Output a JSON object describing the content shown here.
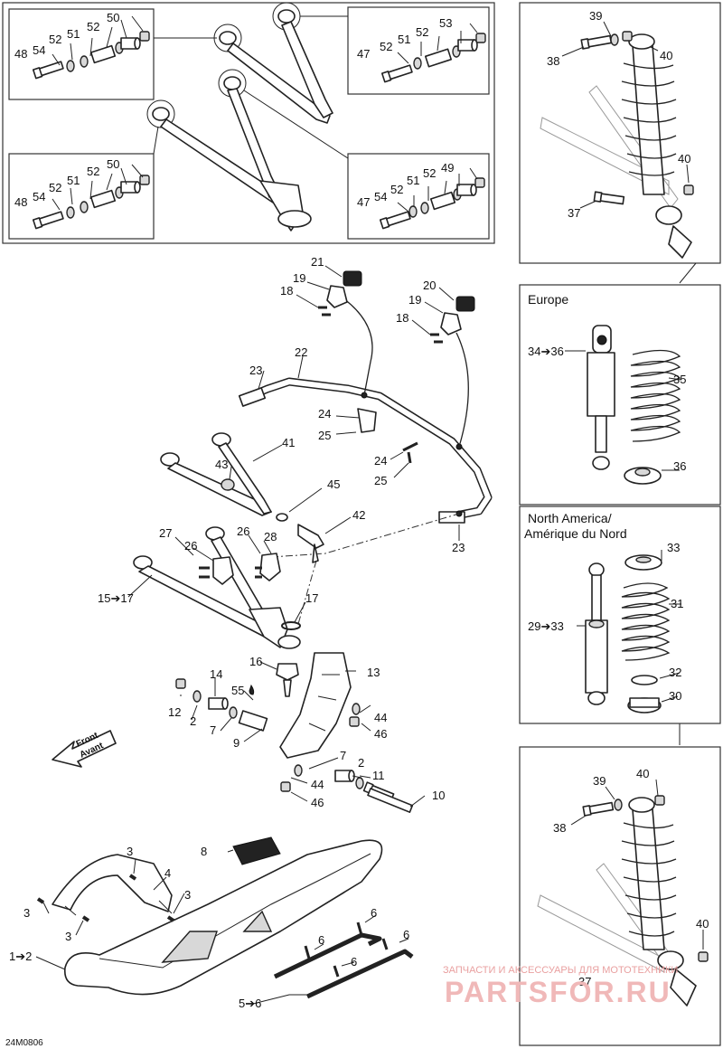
{
  "diagram_code": "24M0806",
  "headers": {
    "europe": "Europe",
    "north_america_1": "North America/",
    "north_america_2": "Amérique du Nord"
  },
  "front_arrow": {
    "line1": "Front",
    "line2": "Avant"
  },
  "watermark": {
    "line1": "ЗАПЧАСТИ И АКСЕССУАРЫ ДЛЯ МОТОТЕХНИКИ",
    "line2": "PARTSFOR.RU"
  },
  "callouts": {
    "tl": [
      "48",
      "54",
      "52",
      "51",
      "52",
      "50"
    ],
    "tr": [
      "47",
      "52",
      "51",
      "52",
      "53"
    ],
    "bl": [
      "48",
      "54",
      "52",
      "51",
      "52",
      "50"
    ],
    "br": [
      "47",
      "54",
      "52",
      "51",
      "52",
      "49"
    ],
    "shock_top": [
      "39",
      "38",
      "40",
      "40",
      "37"
    ],
    "europe": [
      "34➔36",
      "35",
      "36"
    ],
    "na": [
      "33",
      "31",
      "29➔33",
      "32",
      "30"
    ],
    "shock_bottom": [
      "39",
      "40",
      "38",
      "40",
      "37"
    ],
    "main": {
      "p21": "21",
      "p19a": "19",
      "p18a": "18",
      "p20": "20",
      "p19b": "19",
      "p18b": "18",
      "p22": "22",
      "p23a": "23",
      "p24a": "24",
      "p25a": "25",
      "p24b": "24",
      "p25b": "25",
      "p41": "41",
      "p43": "43",
      "p45": "45",
      "p42": "42",
      "p23b": "23",
      "p27": "27",
      "p26a": "26",
      "p26b": "26",
      "p28": "28",
      "p15": "15➔17",
      "p17": "17",
      "p16": "16",
      "p13": "13",
      "p14": "14",
      "p55": "55",
      "p12": "12",
      "p2a": "2",
      "p7a": "7",
      "p9": "9",
      "p44a": "44",
      "p46a": "46",
      "p7b": "7",
      "p2b": "2",
      "p11": "11",
      "p44b": "44",
      "p46b": "46",
      "p10": "10",
      "p3a": "3",
      "p4": "4",
      "p8": "8",
      "p3b": "3",
      "p3c": "3",
      "p3d": "3",
      "p6a": "6",
      "p6b": "6",
      "p6c": "6",
      "p6d": "6",
      "p1": "1➔2",
      "p5": "5➔6"
    }
  }
}
